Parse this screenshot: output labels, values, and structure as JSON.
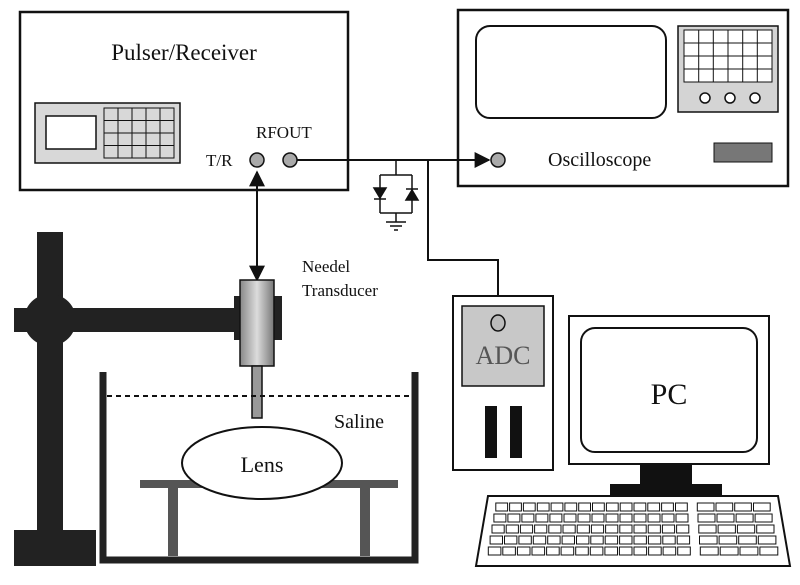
{
  "diagram": {
    "pulser_receiver": {
      "title": "Pulser/Receiver",
      "port_tr": "T/R",
      "port_rfout": "RFOUT"
    },
    "oscilloscope": {
      "label": "Oscilloscope"
    },
    "transducer": {
      "label_line1": "Needel",
      "label_line2": "Transducer"
    },
    "tank": {
      "medium_label": "Saline",
      "specimen_label": "Lens"
    },
    "adc": {
      "label": "ADC"
    },
    "pc": {
      "label": "PC"
    }
  },
  "colors": {
    "stroke": "#111111",
    "panel_gray": "#c8c8c8",
    "dark": "#222222"
  }
}
